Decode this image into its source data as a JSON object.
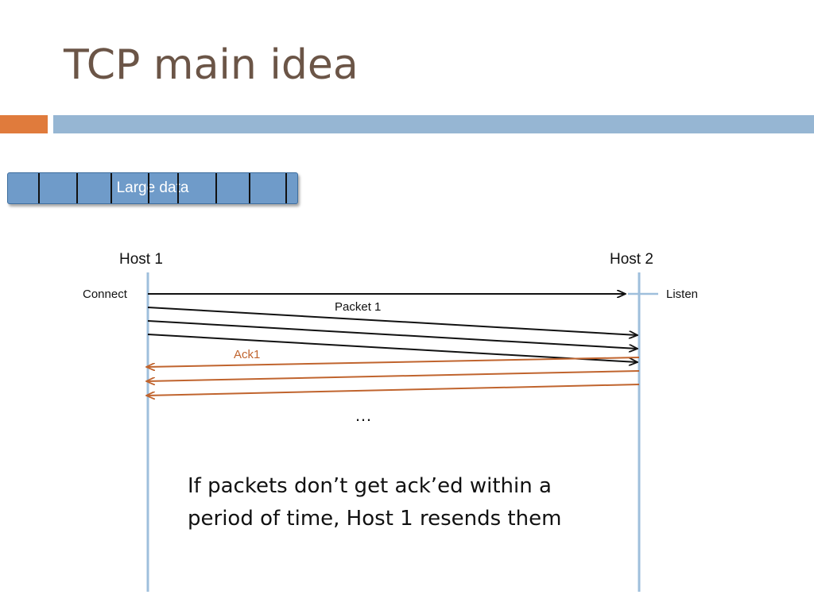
{
  "slide": {
    "title": "TCP main idea"
  },
  "data_block": {
    "label": "Large data"
  },
  "hosts": {
    "host1": "Host 1",
    "host2": "Host 2"
  },
  "labels": {
    "connect": "Connect",
    "listen": "Listen",
    "packet": "Packet 1",
    "ack": "Ack1",
    "ellipsis": "…"
  },
  "note": "If packets don’t get ack’ed within a period of time, Host 1 resends them",
  "colors": {
    "title": "#6b5547",
    "accent_orange": "#e07b3c",
    "accent_blue": "#96b6d3",
    "data_block": "#6f9bc9",
    "host_line": "#9fbfdc",
    "packet_arrow": "#111111",
    "ack_arrow": "#c0642e"
  }
}
